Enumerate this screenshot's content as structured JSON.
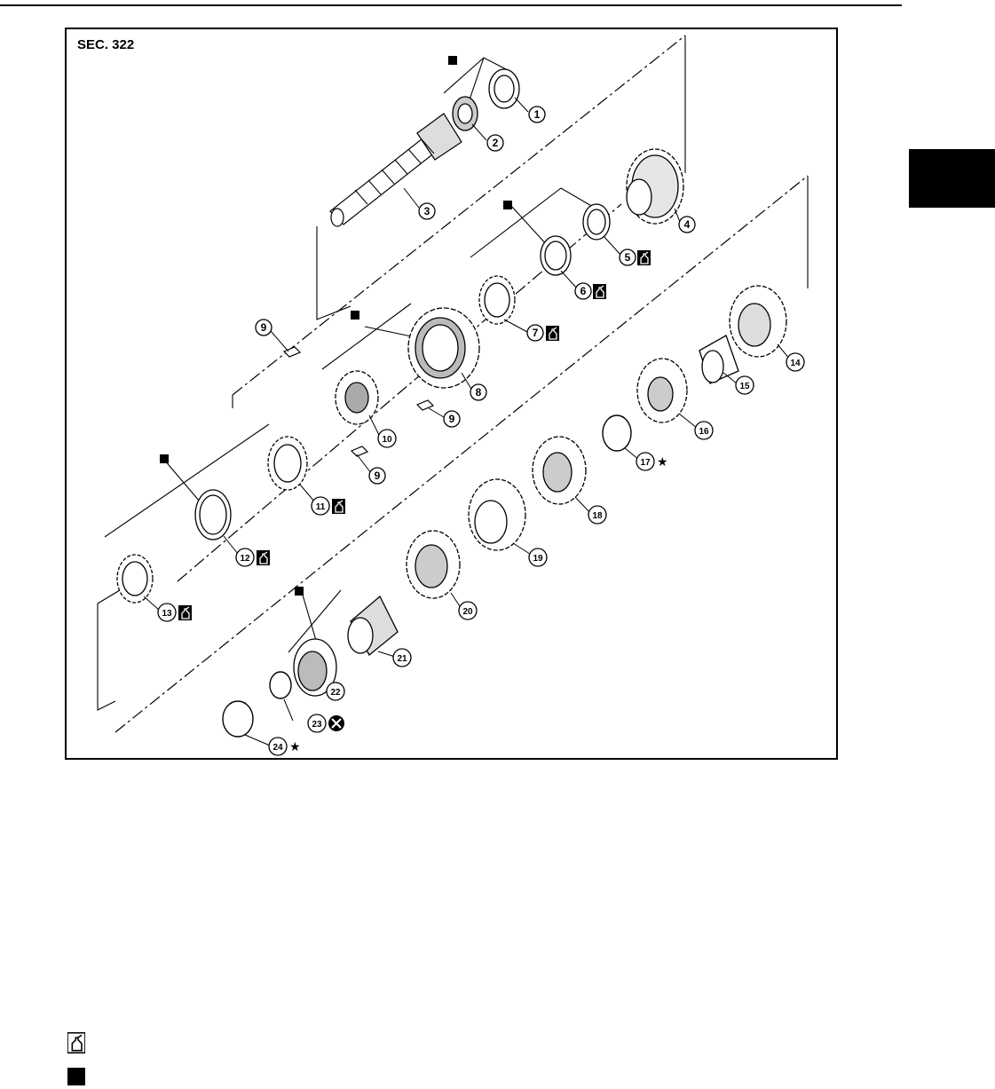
{
  "section_label": "SEC. 322",
  "callouts": [
    "1",
    "2",
    "3",
    "4",
    "5",
    "6",
    "7",
    "8",
    "9",
    "9",
    "9",
    "10",
    "11",
    "12",
    "13",
    "14",
    "15",
    "16",
    "17",
    "18",
    "19",
    "20",
    "21",
    "22",
    "23",
    "24"
  ],
  "symbols": {
    "oil": "oil-can-icon",
    "assembly": "black-square-icon",
    "star": "star-icon",
    "do_not_reuse": "x-circle-icon"
  }
}
